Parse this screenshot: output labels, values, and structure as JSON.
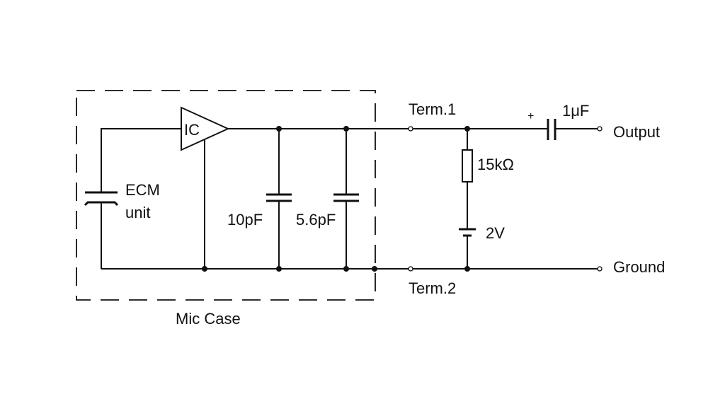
{
  "diagram": {
    "labels": {
      "ic": "IC",
      "ecm_line1": "ECM",
      "ecm_line2": "unit",
      "cap_10pf": "10pF",
      "cap_5p6pf": "5.6pF",
      "mic_case": "Mic Case",
      "term1": "Term.1",
      "term2": "Term.2",
      "resistor": "15kΩ",
      "supply": "2V",
      "plus": "+",
      "cap_1uf": "1μF",
      "output": "Output",
      "ground": "Ground"
    },
    "colors": {
      "line": "#111111",
      "background": "#ffffff"
    }
  }
}
